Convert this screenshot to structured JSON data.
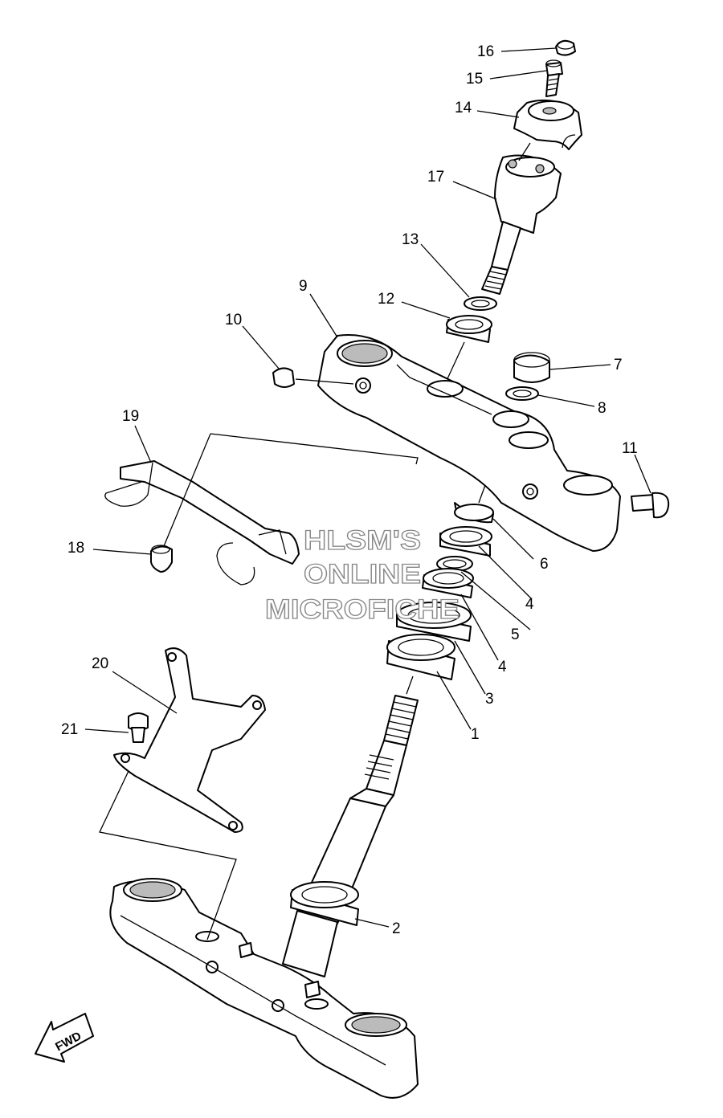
{
  "diagram": {
    "callouts": [
      {
        "id": "p16",
        "label": "16"
      },
      {
        "id": "p15",
        "label": "15"
      },
      {
        "id": "p14",
        "label": "14"
      },
      {
        "id": "p17",
        "label": "17"
      },
      {
        "id": "p13",
        "label": "13"
      },
      {
        "id": "p12",
        "label": "12"
      },
      {
        "id": "p9",
        "label": "9"
      },
      {
        "id": "p10",
        "label": "10"
      },
      {
        "id": "p7",
        "label": "7"
      },
      {
        "id": "p8",
        "label": "8"
      },
      {
        "id": "p19",
        "label": "19"
      },
      {
        "id": "p11",
        "label": "11"
      },
      {
        "id": "p6",
        "label": "6"
      },
      {
        "id": "p18",
        "label": "18"
      },
      {
        "id": "p4a",
        "label": "4"
      },
      {
        "id": "p5",
        "label": "5"
      },
      {
        "id": "p4b",
        "label": "4"
      },
      {
        "id": "p20",
        "label": "20"
      },
      {
        "id": "p3",
        "label": "3"
      },
      {
        "id": "p1",
        "label": "1"
      },
      {
        "id": "p21",
        "label": "21"
      },
      {
        "id": "p2",
        "label": "2"
      }
    ],
    "watermark": [
      "HLSM'S",
      "ONLINE",
      "MICROFICHE"
    ],
    "direction_label": "FWD"
  }
}
